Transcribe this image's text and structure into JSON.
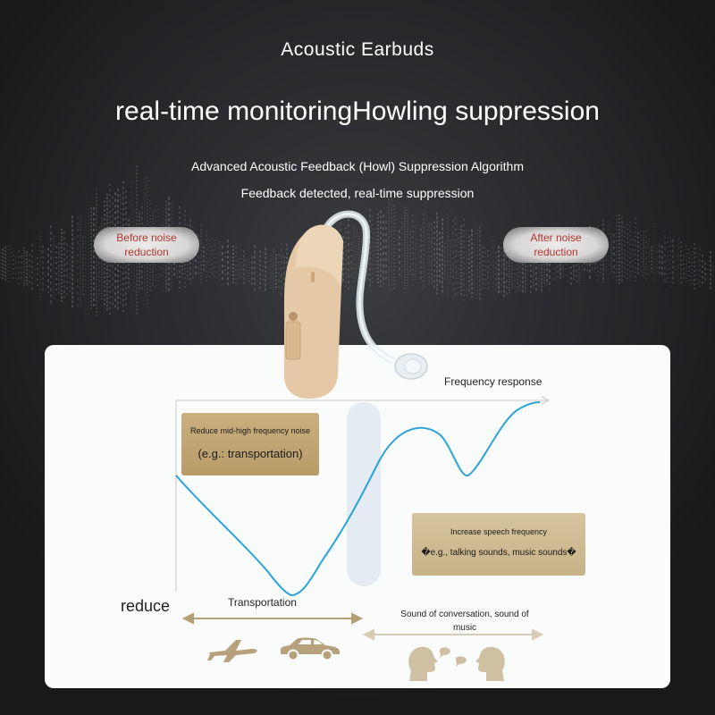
{
  "header": {
    "brand": "Acoustic Earbuds",
    "headline": "real-time monitoringHowling suppression",
    "subtitle_1": "Advanced Acoustic Feedback (Howl) Suppression Algorithm",
    "subtitle_2": "Feedback detected, real-time suppression"
  },
  "badges": {
    "before_line1": "Before noise",
    "before_line2": "reduction",
    "after_line1": "After noise",
    "after_line2": "reduction",
    "color": "#b0382e"
  },
  "chart_panel": {
    "axis_label": "Frequency response",
    "reduce_label": "reduce",
    "left_box": {
      "title": "Reduce mid-high frequency noise",
      "detail": "(e.g.: transportation)"
    },
    "right_box": {
      "title": "Increase speech frequency",
      "detail": "�e.g., talking sounds, music sounds�"
    },
    "transport_label": "Transportation",
    "conversation_label": "Sound of conversation, sound of music",
    "curve_color": "#2aa4d8",
    "box_color": "#bfa473",
    "icons": [
      "airplane-icon",
      "car-icon",
      "speaking-heads-icon"
    ]
  }
}
